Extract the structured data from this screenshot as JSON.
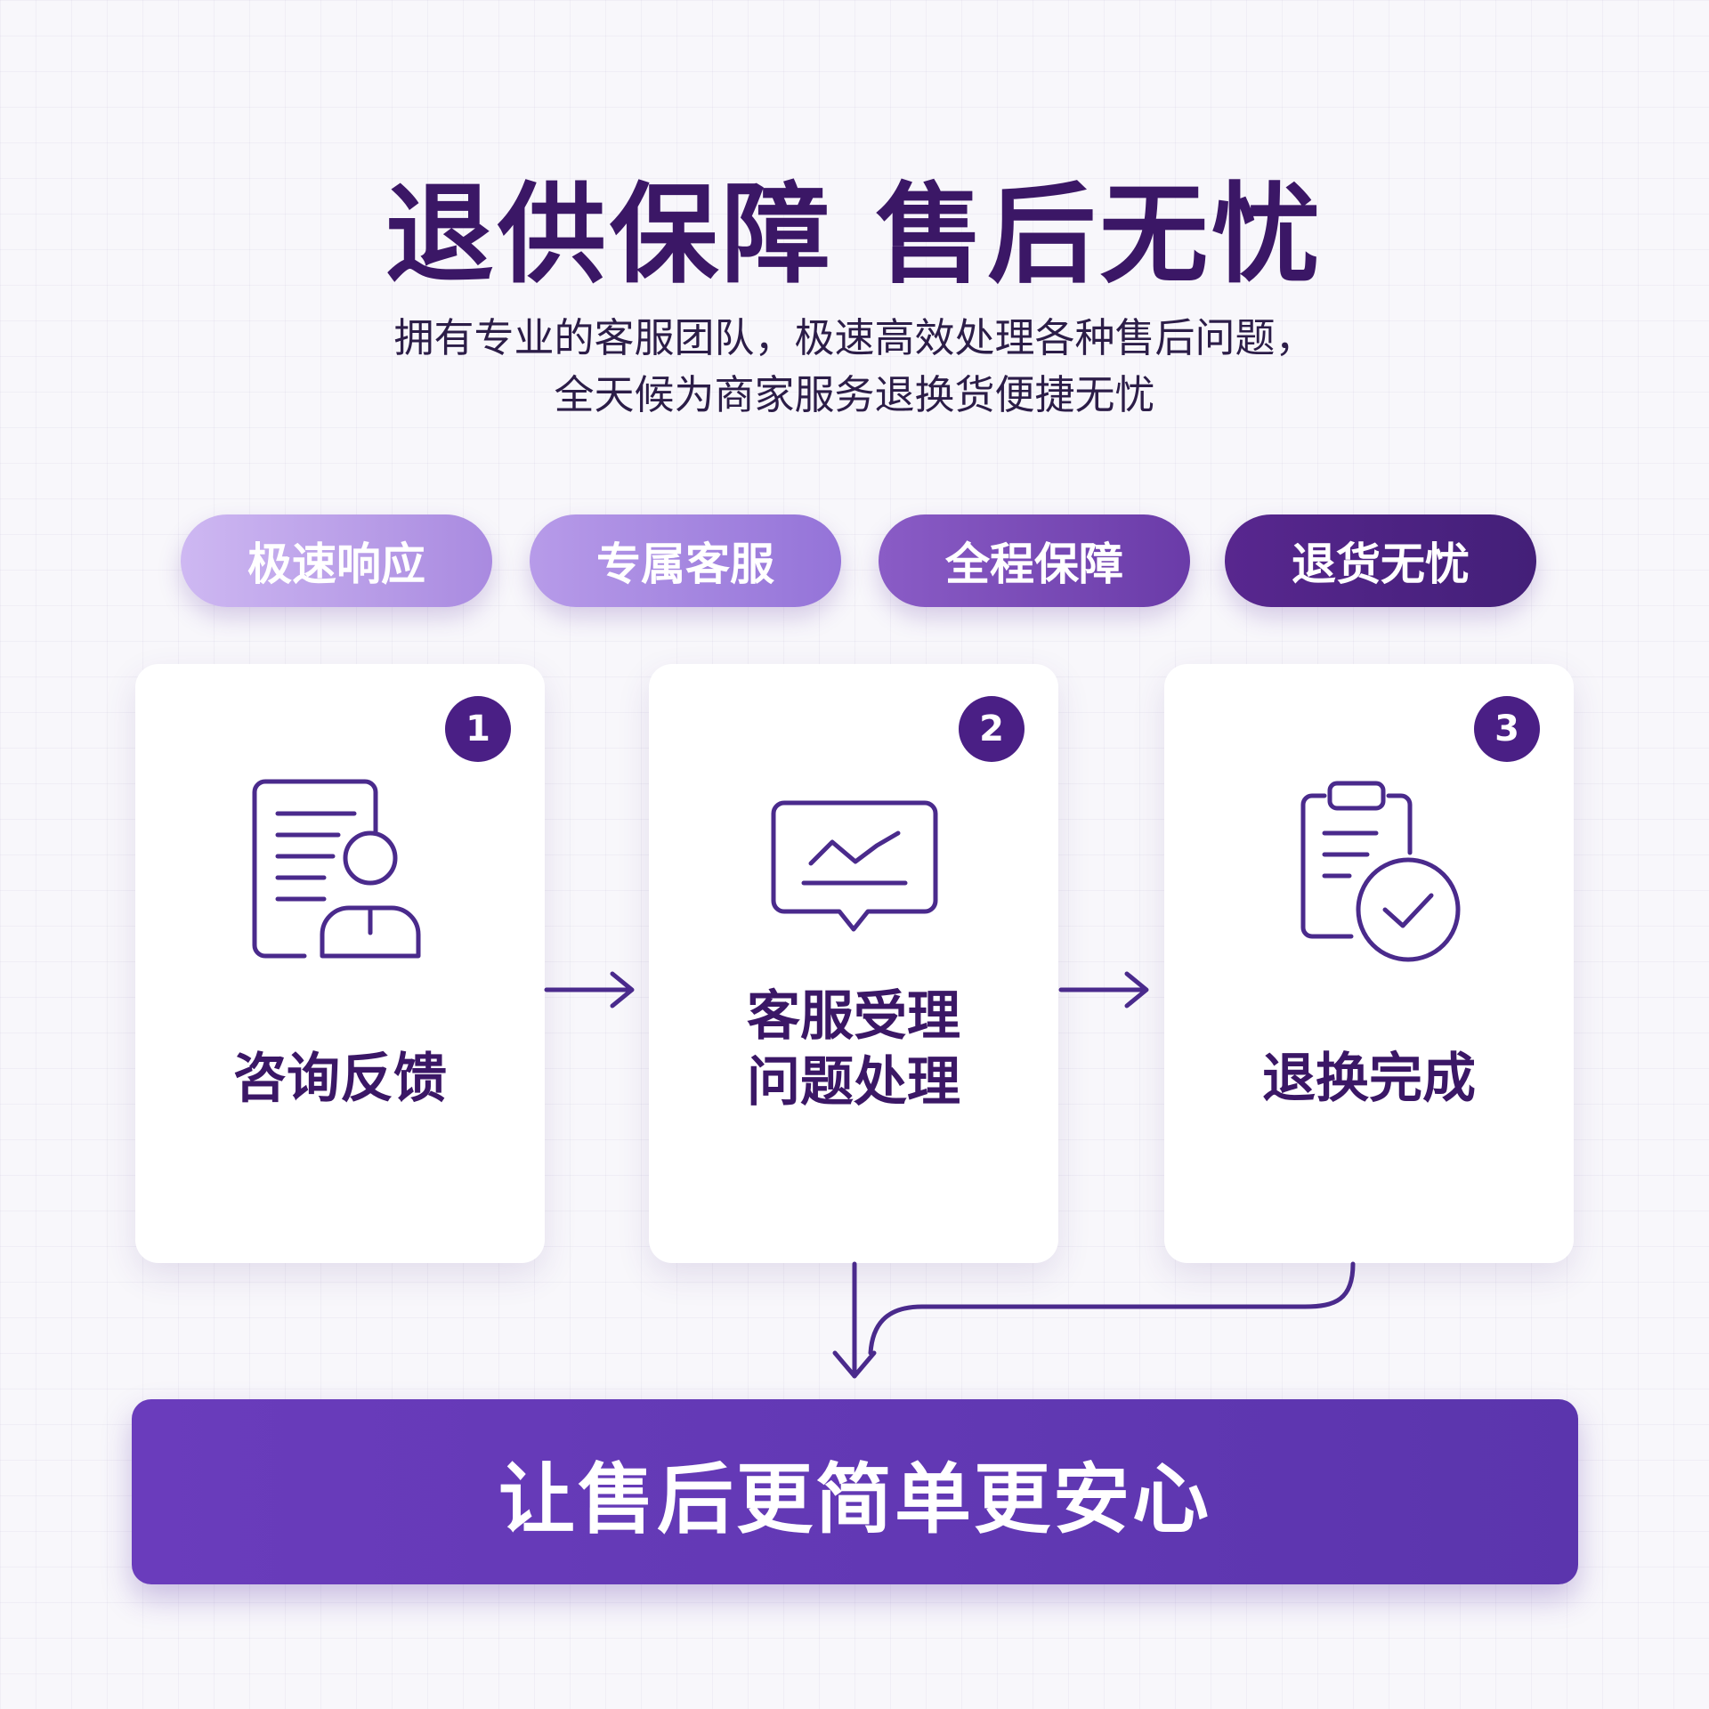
{
  "header": {
    "title": "退供保障 售后无忧",
    "subtitle_line1": "拥有专业的客服团队，极速高效处理各种售后问题，",
    "subtitle_line2": "全天候为商家服务退换货便捷无忧"
  },
  "features": [
    {
      "label": "极速响应"
    },
    {
      "label": "专属客服"
    },
    {
      "label": "全程保障"
    },
    {
      "label": "退货无忧"
    }
  ],
  "steps": [
    {
      "number": "1",
      "label_line1": "咨询反馈",
      "icon": "document-user-icon"
    },
    {
      "number": "2",
      "label_line1": "客服受理",
      "label_line2": "问题处理",
      "icon": "chart-chat-icon"
    },
    {
      "number": "3",
      "label_line1": "退换完成",
      "icon": "clipboard-check-icon"
    }
  ],
  "banner": {
    "text": "让售后更简单更安心"
  },
  "colors": {
    "primary_dark": "#3b1766",
    "accent": "#5b35ad",
    "icon_stroke": "#4a2a8c"
  }
}
